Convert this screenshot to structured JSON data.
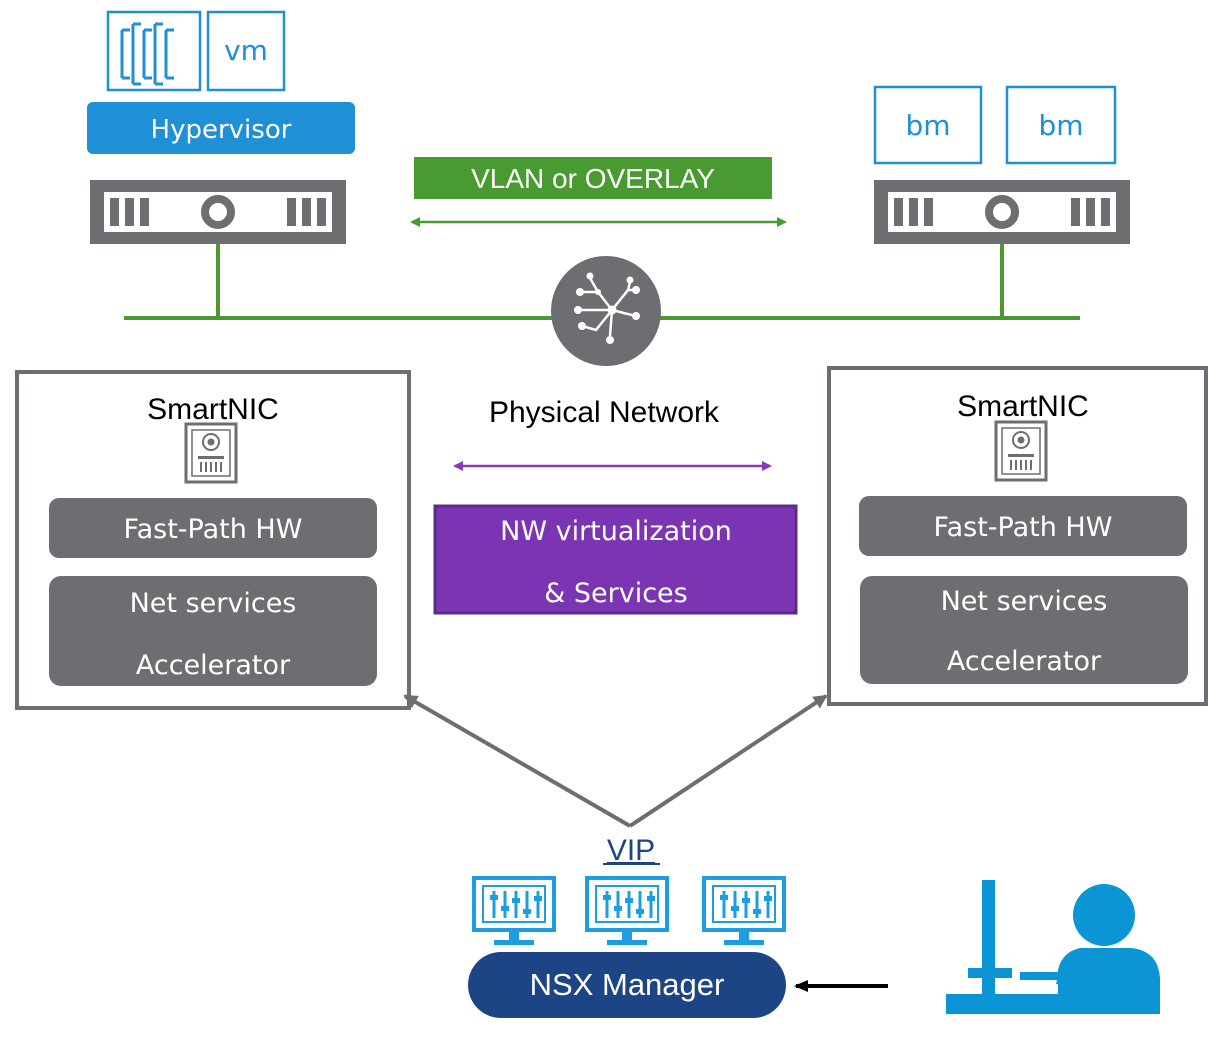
{
  "top_left_host": {
    "workload_icon": "container-icon",
    "vm_label": "vm",
    "hypervisor_label": "Hypervisor",
    "server_icon": "server-chassis-icon"
  },
  "top_right_host": {
    "bm_labels": [
      "bm",
      "bm"
    ],
    "server_icon": "server-chassis-icon"
  },
  "network": {
    "transport_label": "VLAN or OVERLAY",
    "physical_label": "Physical Network",
    "switch_icon": "network-switch-icon"
  },
  "left_smartnic": {
    "title": "SmartNIC",
    "chip_icon": "smartnic-card-icon",
    "fast_path": "Fast-Path HW",
    "net_services_line1": "Net services",
    "net_services_line2": "Accelerator"
  },
  "right_smartnic": {
    "title": "SmartNIC",
    "chip_icon": "smartnic-card-icon",
    "fast_path": "Fast-Path HW",
    "net_services_line1": "Net services",
    "net_services_line2": "Accelerator"
  },
  "virtualization": {
    "line1": "NW virtualization",
    "line2": "& Services"
  },
  "management": {
    "vip_label": "VIP",
    "manager_label": "NSX Manager",
    "node_icon": "manager-console-icon",
    "admin_icon": "admin-user-icon"
  },
  "colors": {
    "blue": "#1f8fd6",
    "green": "#4a9a32",
    "gray": "#6d6e71",
    "purple": "#7b35b3",
    "navy": "#1d4585",
    "user_blue": "#0b95d4"
  }
}
